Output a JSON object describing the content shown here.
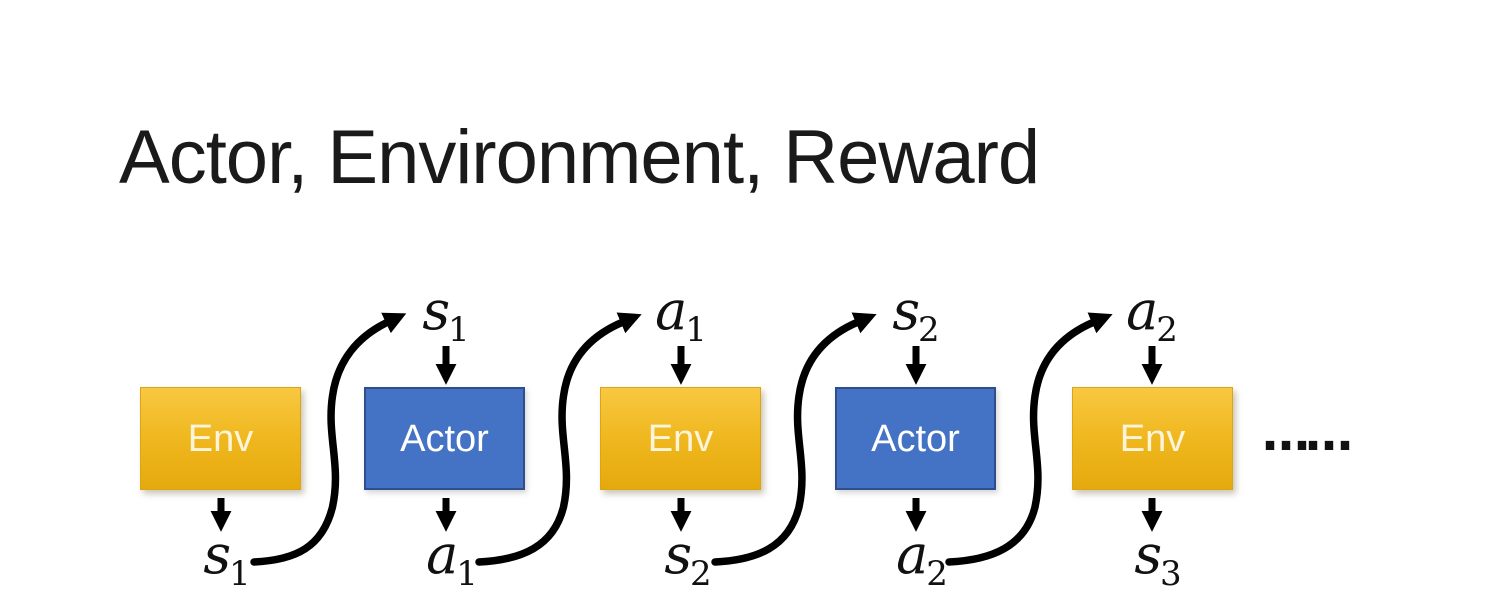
{
  "title": "Actor, Environment, Reward",
  "diagram": {
    "boxes": [
      {
        "label": "Env",
        "type": "env"
      },
      {
        "label": "Actor",
        "type": "actor"
      },
      {
        "label": "Env",
        "type": "env"
      },
      {
        "label": "Actor",
        "type": "actor"
      },
      {
        "label": "Env",
        "type": "env"
      }
    ],
    "top_labels": [
      {
        "base": "s",
        "sub": "1"
      },
      {
        "base": "a",
        "sub": "1"
      },
      {
        "base": "s",
        "sub": "2"
      },
      {
        "base": "a",
        "sub": "2"
      }
    ],
    "bottom_labels": [
      {
        "base": "s",
        "sub": "1"
      },
      {
        "base": "a",
        "sub": "1"
      },
      {
        "base": "s",
        "sub": "2"
      },
      {
        "base": "a",
        "sub": "2"
      },
      {
        "base": "s",
        "sub": "3"
      }
    ],
    "ellipsis": "……",
    "colors": {
      "env_top": "#F9C841",
      "env_mid": "#EFB71E",
      "env_bottom": "#E5A90D",
      "actor_fill": "#4472C4",
      "actor_border": "#2F4E8C",
      "arrow": "#000000"
    }
  }
}
